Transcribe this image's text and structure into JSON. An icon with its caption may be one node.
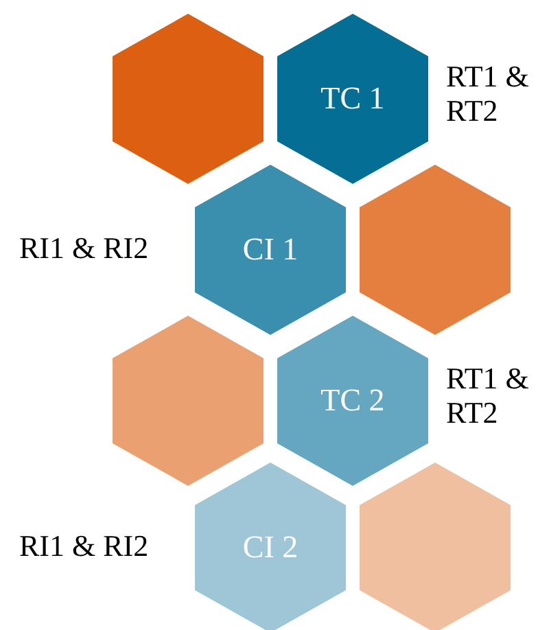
{
  "diagram": {
    "nodes": [
      {
        "text": [],
        "shape": "hexagon"
      },
      {
        "text": [
          "TC 1"
        ],
        "beside": [
          "RT1 & RT2"
        ]
      },
      {
        "text": [
          "CI 1"
        ],
        "beside": [
          "RI1 & RI2"
        ]
      },
      {
        "text": [],
        "shape": "hexagon"
      },
      {
        "text": [],
        "shape": "hexagon"
      },
      {
        "text": [
          "TC 2"
        ],
        "beside": [
          "RT1 & RT2"
        ]
      },
      {
        "text": [
          "CI 2"
        ],
        "beside": [
          "RI1 & RI2"
        ]
      },
      {
        "text": [],
        "shape": "hexagon"
      }
    ]
  }
}
